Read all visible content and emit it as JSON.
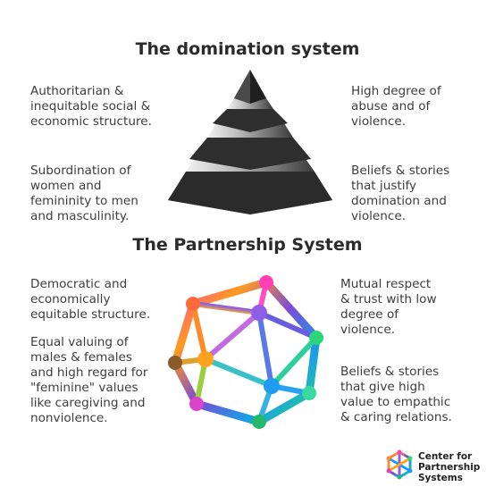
{
  "domination": {
    "title": "The domination system",
    "left_top": [
      "Authoritarian &",
      "inequitable social &",
      "economic structure."
    ],
    "left_bottom": [
      "Subordination of",
      "women and",
      "femininity to men",
      "and masculinity."
    ],
    "right_top": [
      "High degree of",
      "abuse and of",
      "violence."
    ],
    "right_bottom": [
      "Beliefs & stories",
      "that justify",
      "domination and",
      "violence."
    ]
  },
  "partnership": {
    "title": "The Partnership System",
    "left_top": [
      "Democratic and",
      "economically",
      "equitable structure."
    ],
    "left_bottom": [
      "Equal valuing of",
      "males & females",
      "and high regard for",
      "\"feminine\" values",
      "like caregiving and",
      "nonviolence."
    ],
    "right_top": [
      "Mutual respect",
      "& trust with low",
      "degree of",
      "violence."
    ],
    "right_bottom": [
      "Beliefs & stories",
      "that give high",
      "value to empathic",
      "& caring relations."
    ]
  },
  "logo": {
    "lines": [
      "Center for",
      "Partnership",
      "Systems"
    ]
  },
  "colors": {
    "title": "#2b2b2b",
    "text": "#3d3d3d",
    "pyramid_dark": "#1f1f1f",
    "pyramid_light": "#e6e6e6"
  }
}
